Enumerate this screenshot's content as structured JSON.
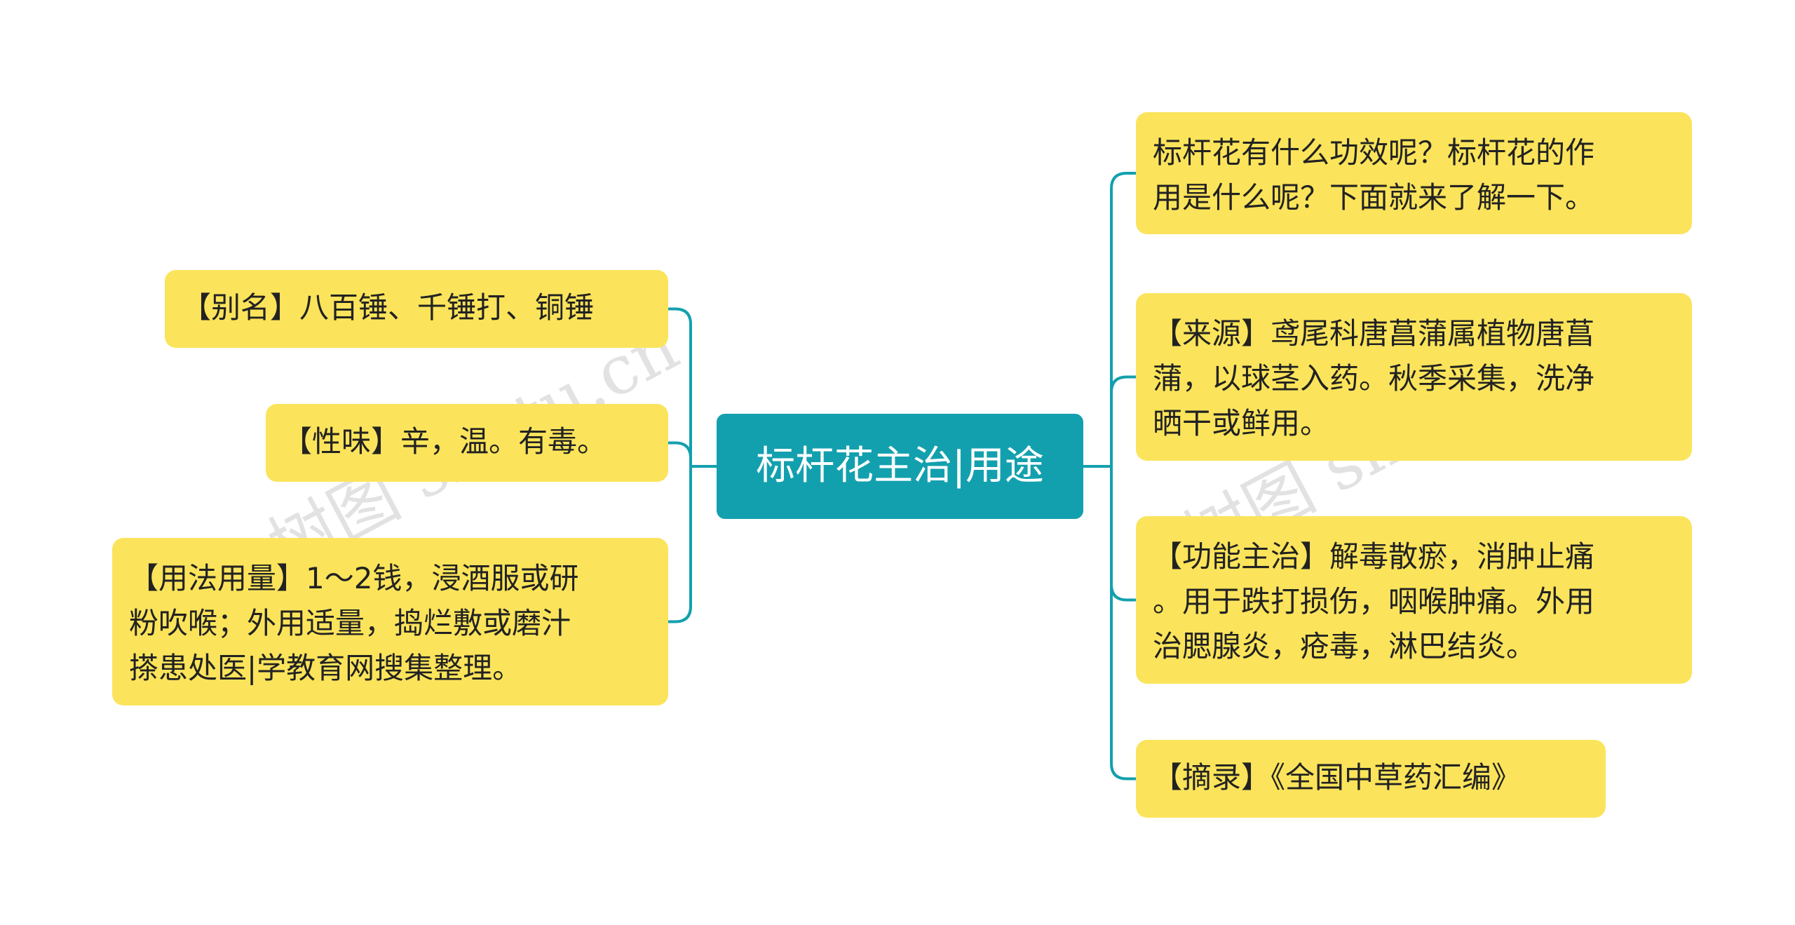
{
  "root": {
    "label": "标杆花主治|用途"
  },
  "colors": {
    "root": "#13a0ae",
    "node": "#fbe45b",
    "link": "#13a0ae",
    "text": "#222222"
  },
  "left": [
    {
      "lines": [
        "【别名】八百锤、千锤打、铜锤"
      ]
    },
    {
      "lines": [
        "【性味】辛，温。有毒。"
      ]
    },
    {
      "lines": [
        "【用法用量】1～2钱，浸酒服或研",
        "粉吹喉；外用适量，捣烂敷或磨汁",
        "搽患处医|学教育网搜集整理。"
      ]
    }
  ],
  "right": [
    {
      "lines": [
        "标杆花有什么功效呢？标杆花的作",
        "用是什么呢？下面就来了解一下。"
      ]
    },
    {
      "lines": [
        "【来源】鸢尾科唐菖蒲属植物唐菖",
        "蒲，以球茎入药。秋季采集，洗净",
        "晒干或鲜用。"
      ]
    },
    {
      "lines": [
        "【功能主治】解毒散瘀，消肿止痛",
        "。用于跌打损伤，咽喉肿痛。外用",
        "治腮腺炎，疮毒，淋巴结炎。"
      ]
    },
    {
      "lines": [
        "【摘录】《全国中草药汇编》"
      ]
    }
  ],
  "watermark": "树图 shutu.cn"
}
